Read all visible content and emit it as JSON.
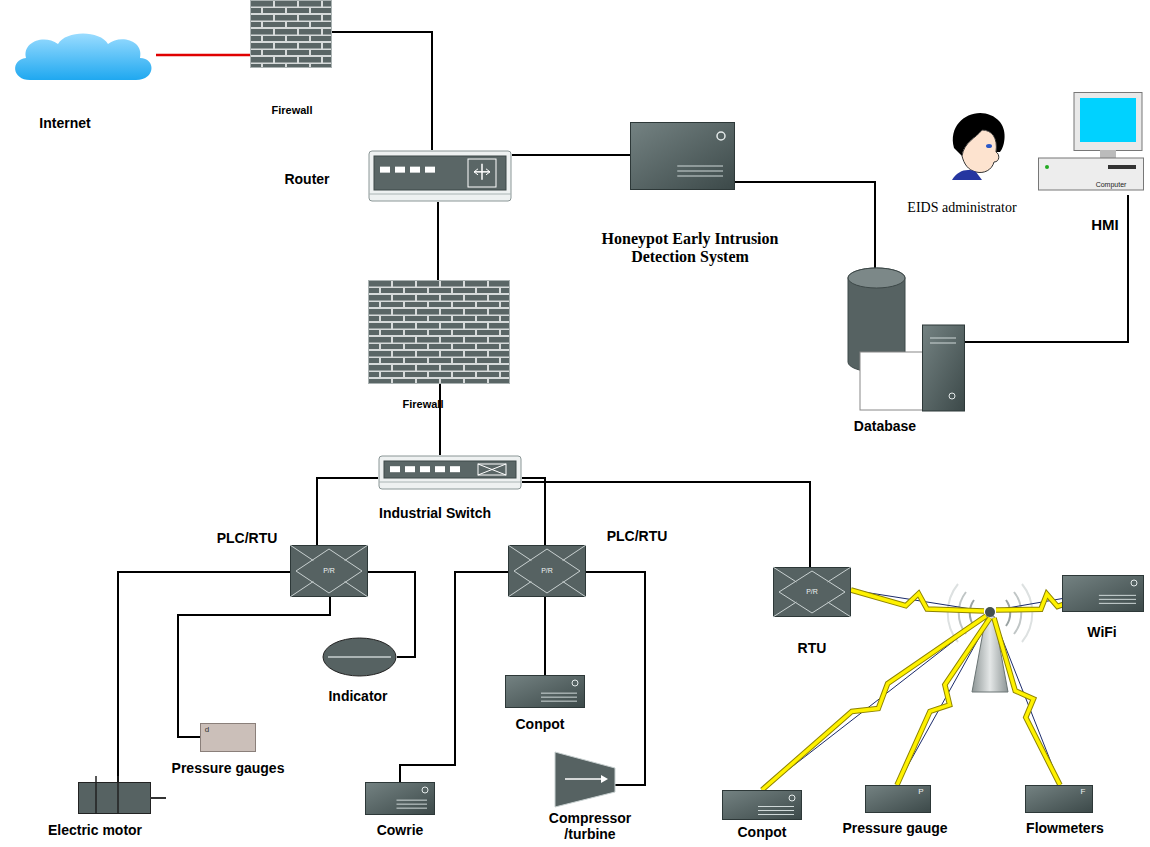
{
  "diagram": {
    "nodes": [
      {
        "text": [
          "Internet"
        ]
      },
      {
        "text": [
          "Firewall"
        ]
      },
      {
        "text": [
          "Router"
        ]
      },
      {
        "text": [
          "Honeypot Early Intrusion Detection System"
        ]
      },
      {
        "text": [
          "EIDS administrator"
        ]
      },
      {
        "text": [
          "Computer"
        ]
      },
      {
        "text": [
          "Firewall"
        ]
      },
      {
        "text": [
          "Database"
        ]
      },
      {
        "text": [
          "Industrial Switch"
        ]
      },
      {
        "text": [
          "PLC/RTU",
          "P/R"
        ]
      },
      {
        "text": [
          "PLC/RTU",
          "P/R"
        ]
      },
      {
        "text": [
          "RTU",
          "P/R"
        ]
      },
      {
        "text": [
          "WiFi"
        ]
      },
      {
        "text": [
          "Indicator"
        ]
      },
      {
        "text": [
          "Conpot"
        ]
      },
      {
        "text": [
          "Pressure gauges",
          "d"
        ]
      },
      {
        "text": [
          "Electric motor"
        ]
      },
      {
        "text": [
          "Cowrie"
        ]
      },
      {
        "text": [
          "Compressor /turbine"
        ]
      },
      {
        "text": [
          "Conpot"
        ]
      },
      {
        "text": [
          "Pressure gauge",
          "P"
        ]
      },
      {
        "text": [
          "Flowmeters",
          "F"
        ]
      }
    ],
    "edges": [
      {
        "from": 0,
        "to": 1,
        "arrow": "none"
      },
      {
        "from": 1,
        "to": 2,
        "arrow": "none"
      },
      {
        "from": 2,
        "to": 3,
        "arrow": "none"
      },
      {
        "from": 3,
        "to": 7,
        "arrow": "none"
      },
      {
        "from": 5,
        "to": 7,
        "label": "HMI",
        "arrow": "none"
      },
      {
        "from": 2,
        "to": 6,
        "arrow": "none"
      },
      {
        "from": 6,
        "to": 8,
        "arrow": "none"
      },
      {
        "from": 8,
        "to": 9,
        "arrow": "none"
      },
      {
        "from": 8,
        "to": 10,
        "arrow": "none"
      },
      {
        "from": 8,
        "to": 11,
        "arrow": "none"
      },
      {
        "from": 9,
        "to": 16,
        "arrow": "none"
      },
      {
        "from": 9,
        "to": 15,
        "arrow": "none"
      },
      {
        "from": 9,
        "to": 13,
        "arrow": "none"
      },
      {
        "from": 10,
        "to": 17,
        "arrow": "none"
      },
      {
        "from": 10,
        "to": 14,
        "arrow": "none"
      },
      {
        "from": 10,
        "to": 18,
        "arrow": "none"
      }
    ]
  }
}
